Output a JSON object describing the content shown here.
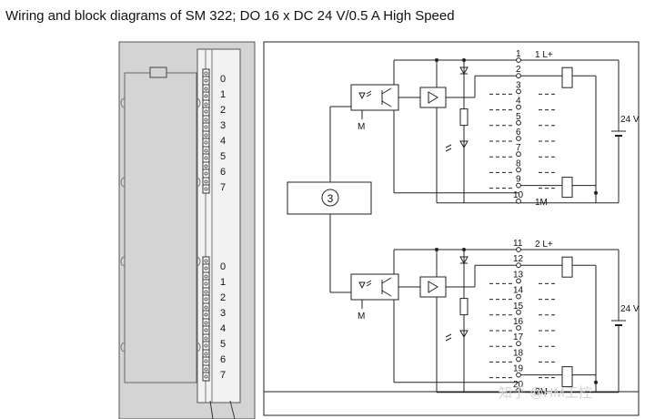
{
  "title": "Wiring and block diagrams of SM 322; DO 16 x DC 24 V/0.5 A High Speed",
  "module": {
    "channels_group1": [
      "0",
      "1",
      "2",
      "3",
      "4",
      "5",
      "6",
      "7"
    ],
    "channels_group2": [
      "0",
      "1",
      "2",
      "3",
      "4",
      "5",
      "6",
      "7"
    ]
  },
  "wiring": {
    "circle_label": "3",
    "optocoupler_ground": "M",
    "group1": {
      "terminals": [
        "1",
        "2",
        "3",
        "4",
        "5",
        "6",
        "7",
        "8",
        "9",
        "10"
      ],
      "supply_pos": "1 L+",
      "supply_neg": "1M",
      "voltage": "24 V"
    },
    "group2": {
      "terminals": [
        "11",
        "12",
        "13",
        "14",
        "15",
        "16",
        "17",
        "18",
        "19",
        "20"
      ],
      "supply_pos": "2 L+",
      "supply_neg": "2M",
      "voltage": "24 V"
    }
  },
  "watermark": "知乎 @HM工控"
}
